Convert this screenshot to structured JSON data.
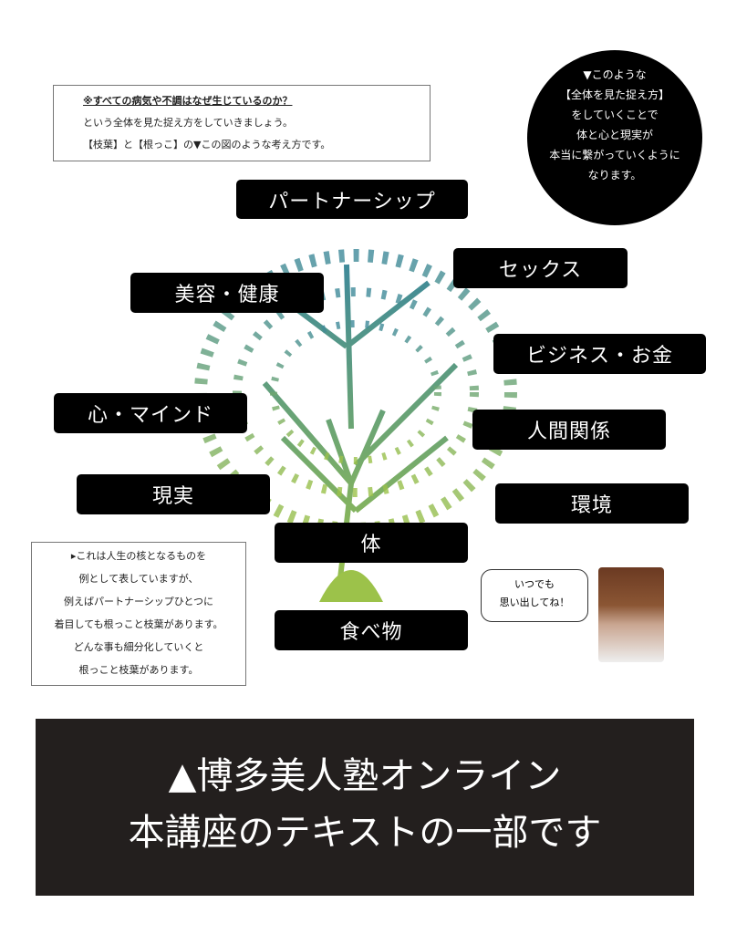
{
  "intro_note": {
    "lines": [
      "※すべての病気や不調はなぜ生じているのか？",
      "という全体を見た捉え方をしていきましょう。",
      "【枝葉】と【根っこ】の▼この図のような考え方です。"
    ]
  },
  "circle_note": {
    "lines": [
      "▼このような",
      "【全体を見た捉え方】",
      "をしていくことで",
      "体と心と現実が",
      "本当に繋がっていくように",
      "なります。"
    ]
  },
  "tags": {
    "partnership": "パートナーシップ",
    "sex": "セックス",
    "beauty": "美容・健康",
    "business": "ビジネス・お金",
    "mind": "心・マインド",
    "relations": "人間関係",
    "reality": "現実",
    "environment": "環境",
    "body": "体",
    "food": "食べ物"
  },
  "bottom_note": {
    "lines": [
      "▸これは人生の核となるものを",
      "例として表していますが、",
      "例えばパートナーシップひとつに",
      "着目しても根っこと枝葉があります。",
      "どんな事も細分化していくと",
      "根っこと枝葉があります。"
    ]
  },
  "speech_bubble": {
    "lines": [
      "いつでも",
      "思い出してね！"
    ]
  },
  "banner": {
    "lines": [
      "▲博多美人塾オンライン",
      "本講座のテキストの一部です"
    ]
  },
  "colors": {
    "tag_bg": "#000000",
    "banner_bg": "#231f1e",
    "tree_top": "#3f8a9a",
    "tree_bottom": "#9cc24a"
  }
}
